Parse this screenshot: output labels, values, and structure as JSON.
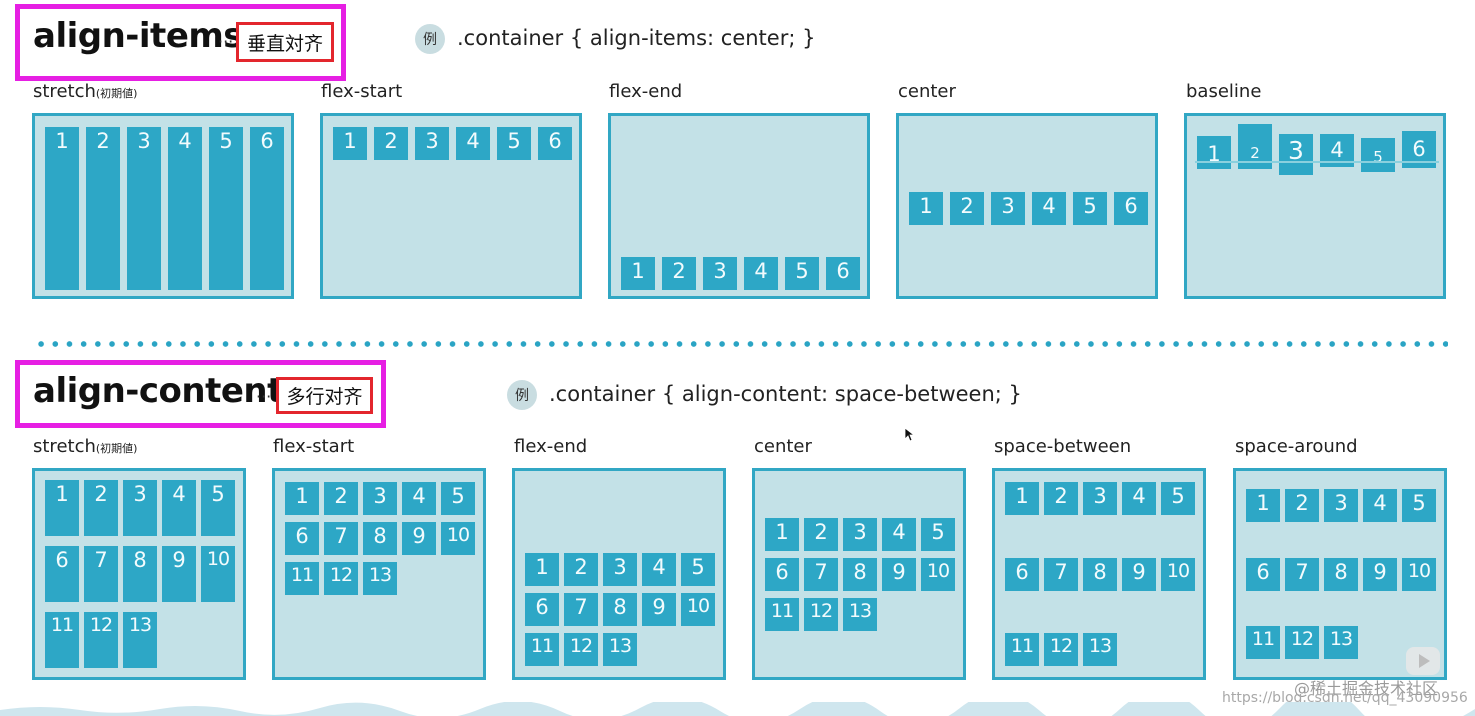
{
  "align_items": {
    "title": "align-items",
    "ellipsis": "···",
    "tag": "垂直対齐",
    "example_badge": "例",
    "example_code": ".container { align-items: center; }",
    "panels": [
      {
        "label": "stretch",
        "note": "(初期値)",
        "items": [
          "1",
          "2",
          "3",
          "4",
          "5",
          "6"
        ]
      },
      {
        "label": "flex-start",
        "note": "",
        "items": [
          "1",
          "2",
          "3",
          "4",
          "5",
          "6"
        ]
      },
      {
        "label": "flex-end",
        "note": "",
        "items": [
          "1",
          "2",
          "3",
          "4",
          "5",
          "6"
        ]
      },
      {
        "label": "center",
        "note": "",
        "items": [
          "1",
          "2",
          "3",
          "4",
          "5",
          "6"
        ]
      },
      {
        "label": "baseline",
        "note": "",
        "items": [
          "1",
          "2",
          "3",
          "4",
          "5",
          "6"
        ]
      }
    ]
  },
  "align_content": {
    "title": "align-content",
    "ellipsis": "···",
    "tag": "多行对齐",
    "example_badge": "例",
    "example_code": ".container { align-content: space-between; }",
    "panels": [
      {
        "label": "stretch",
        "note": "(初期値)"
      },
      {
        "label": "flex-start",
        "note": ""
      },
      {
        "label": "flex-end",
        "note": ""
      },
      {
        "label": "center",
        "note": ""
      },
      {
        "label": "space-between",
        "note": ""
      },
      {
        "label": "space-around",
        "note": ""
      }
    ],
    "items": [
      "1",
      "2",
      "3",
      "4",
      "5",
      "6",
      "7",
      "8",
      "9",
      "10",
      "11",
      "12",
      "13"
    ]
  },
  "watermark": {
    "primary": "@稀土掘金技术社区",
    "secondary": "https://blog.csdn.net/qq_43090956"
  },
  "colors": {
    "highlight": "#e61fe3",
    "tag_border": "#e3262d",
    "panel_bg": "#c3e1e7",
    "panel_border": "#31a7c4",
    "item": "#2da7c6"
  }
}
